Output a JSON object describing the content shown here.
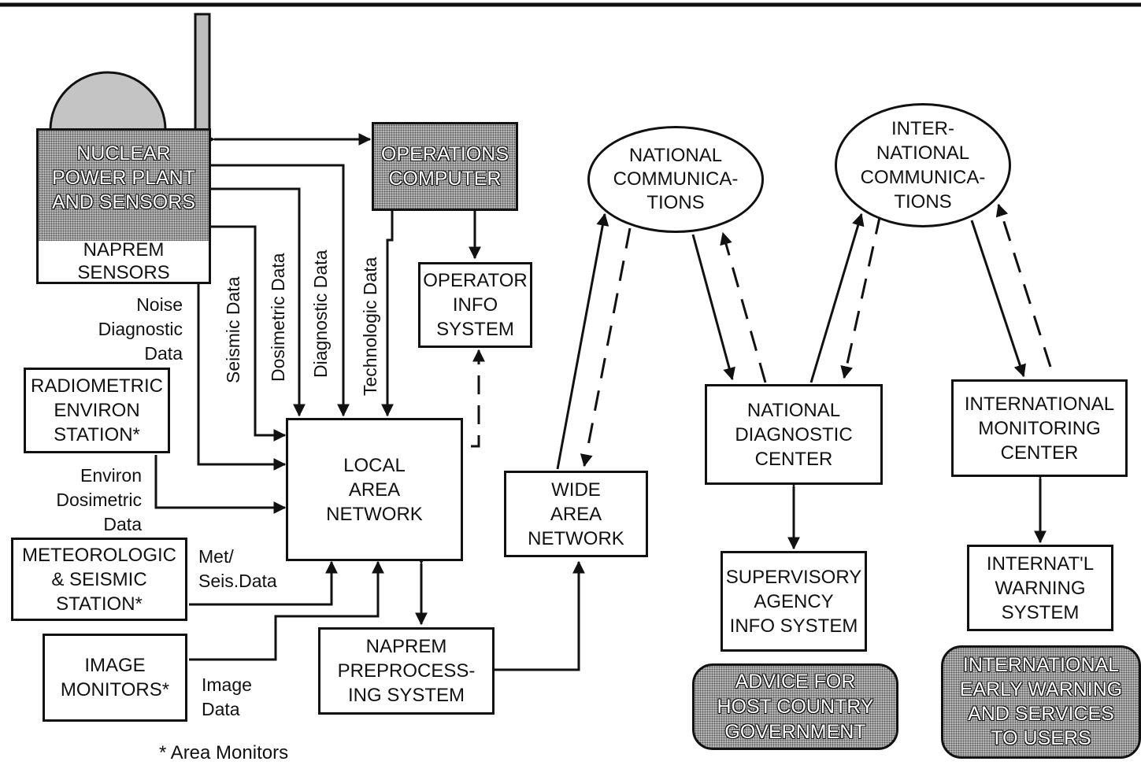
{
  "nodes": {
    "npp": [
      "NUCLEAR",
      "POWER PLANT",
      "AND SENSORS"
    ],
    "naprem_sensors": [
      "NAPREM",
      "SENSORS"
    ],
    "ops_computer": [
      "OPERATIONS",
      "COMPUTER"
    ],
    "operator_info": [
      "OPERATOR",
      "INFO",
      "SYSTEM"
    ],
    "radiometric": [
      "RADIOMETRIC",
      "ENVIRON",
      "STATION*"
    ],
    "meteorologic": [
      "METEOROLOGIC",
      "& SEISMIC",
      "STATION*"
    ],
    "image_monitors": [
      "IMAGE",
      "MONITORS*"
    ],
    "lan": [
      "LOCAL",
      "AREA",
      "NETWORK"
    ],
    "preprocessing": [
      "NAPREM",
      "PREPROCESS-",
      "ING SYSTEM"
    ],
    "wan": [
      "WIDE",
      "AREA",
      "NETWORK"
    ],
    "national_comm": [
      "NATIONAL",
      "COMMUNICA-",
      "TIONS"
    ],
    "intl_comm": [
      "INTER-",
      "NATIONAL",
      "COMMUNICA-",
      "TIONS"
    ],
    "national_diag": [
      "NATIONAL",
      "DIAGNOSTIC",
      "CENTER"
    ],
    "intl_monitoring": [
      "INTERNATIONAL",
      "MONITORING",
      "CENTER"
    ],
    "supervisory": [
      "SUPERVISORY",
      "AGENCY",
      "INFO SYSTEM"
    ],
    "intl_warning": [
      "INTERNAT'L",
      "WARNING",
      "SYSTEM"
    ],
    "advice": [
      "ADVICE FOR",
      "HOST COUNTRY",
      "GOVERNMENT"
    ],
    "intl_early": [
      "INTERNATIONAL",
      "EARLY WARNING",
      "AND SERVICES",
      "TO USERS"
    ]
  },
  "labels": {
    "noise": [
      "Noise",
      "Diagnostic",
      "Data"
    ],
    "environ": [
      "Environ",
      "Dosimetric",
      "Data"
    ],
    "metseis": [
      "Met/",
      "Seis.Data"
    ],
    "image_data": [
      "Image",
      "Data"
    ],
    "seismic": "Seismic Data",
    "dosimetric": "Dosimetric Data",
    "diagnostic": "Diagnostic Data",
    "technologic": "Technologic Data",
    "footnote": "* Area Monitors"
  }
}
